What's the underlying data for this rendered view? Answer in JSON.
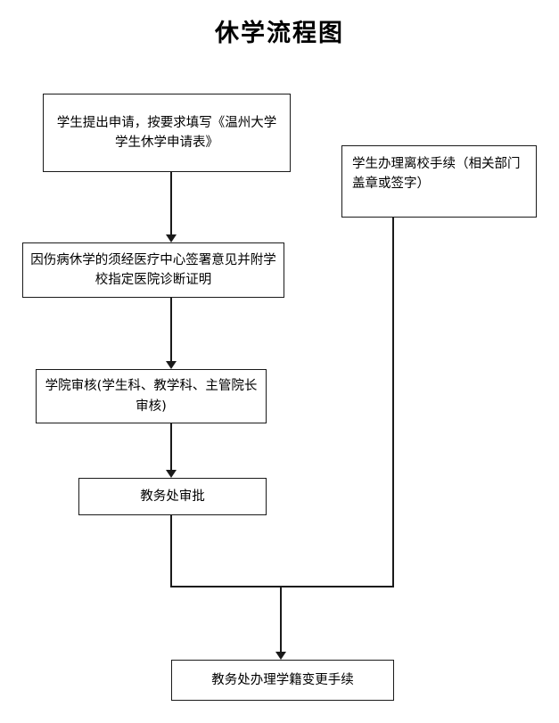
{
  "document": {
    "title": "休学流程图",
    "language": "zh-CN"
  },
  "flowchart": {
    "type": "flowchart",
    "orientation": "top-to-bottom",
    "nodes": [
      {
        "id": "application",
        "label": "学生提出申请，按要求填写《温州大学学生休学申请表》",
        "shape": "rectangle",
        "align": "center"
      },
      {
        "id": "leaving",
        "label": "学生办理离校手续（相关部门盖章或签字）",
        "shape": "rectangle",
        "align": "left"
      },
      {
        "id": "medical",
        "label": "因伤病休学的须经医疗中心签署意见并附学校指定医院诊断证明",
        "shape": "rectangle",
        "align": "center"
      },
      {
        "id": "college_review",
        "label": "学院审核(学生科、教学科、主管院长审核)",
        "shape": "rectangle",
        "align": "center"
      },
      {
        "id": "dean_approval",
        "label": "教务处审批",
        "shape": "rectangle",
        "align": "center"
      },
      {
        "id": "status_change",
        "label": "教务处办理学籍变更手续",
        "shape": "rectangle",
        "align": "center"
      }
    ],
    "edges": [
      {
        "from": "application",
        "to": "medical",
        "style": "solid",
        "arrow": true
      },
      {
        "from": "medical",
        "to": "college_review",
        "style": "solid",
        "arrow": true
      },
      {
        "from": "college_review",
        "to": "dean_approval",
        "style": "solid",
        "arrow": true
      },
      {
        "from": "dean_approval",
        "to": "status_change",
        "style": "solid",
        "arrow": true
      },
      {
        "from": "leaving",
        "to": "status_change",
        "style": "solid",
        "arrow": true
      }
    ],
    "colors": {
      "stroke": "#1a1a1a",
      "fill": "#ffffff",
      "text": "#000000"
    }
  }
}
